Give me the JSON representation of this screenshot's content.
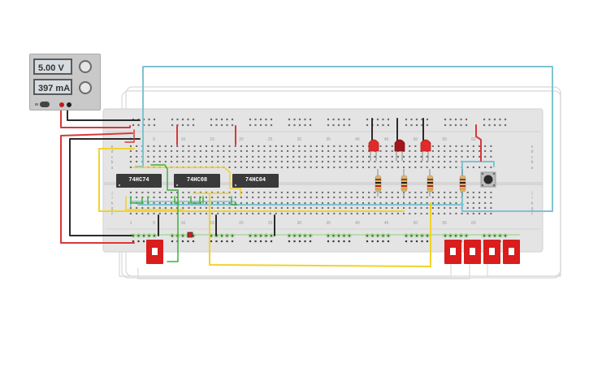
{
  "power_supply": {
    "voltage": "5.00 V",
    "current": "397 mA"
  },
  "chips": {
    "chip1": "74HC74",
    "chip2": "74HC08",
    "chip3": "74HC04"
  },
  "breadboard": {
    "column_numbers": [
      "1",
      "5",
      "10",
      "15",
      "20",
      "25",
      "30",
      "35",
      "40",
      "45",
      "50",
      "55",
      "60"
    ],
    "row_letters_top": [
      "a",
      "b",
      "c",
      "d",
      "e"
    ],
    "row_letters_bottom": [
      "f",
      "g",
      "h",
      "i",
      "j"
    ]
  },
  "colors": {
    "board": "#e4e4e4",
    "hole": "#6f6f6f",
    "wire_blue": "#7fc3cf",
    "wire_yellow": "#f2d22b",
    "wire_red": "#d93838",
    "wire_black": "#2b2b2b",
    "wire_green": "#3fae3f",
    "led_red": "#e12b2b",
    "led_dark_red": "#a3141b",
    "rail_green": "#8ed27b"
  }
}
